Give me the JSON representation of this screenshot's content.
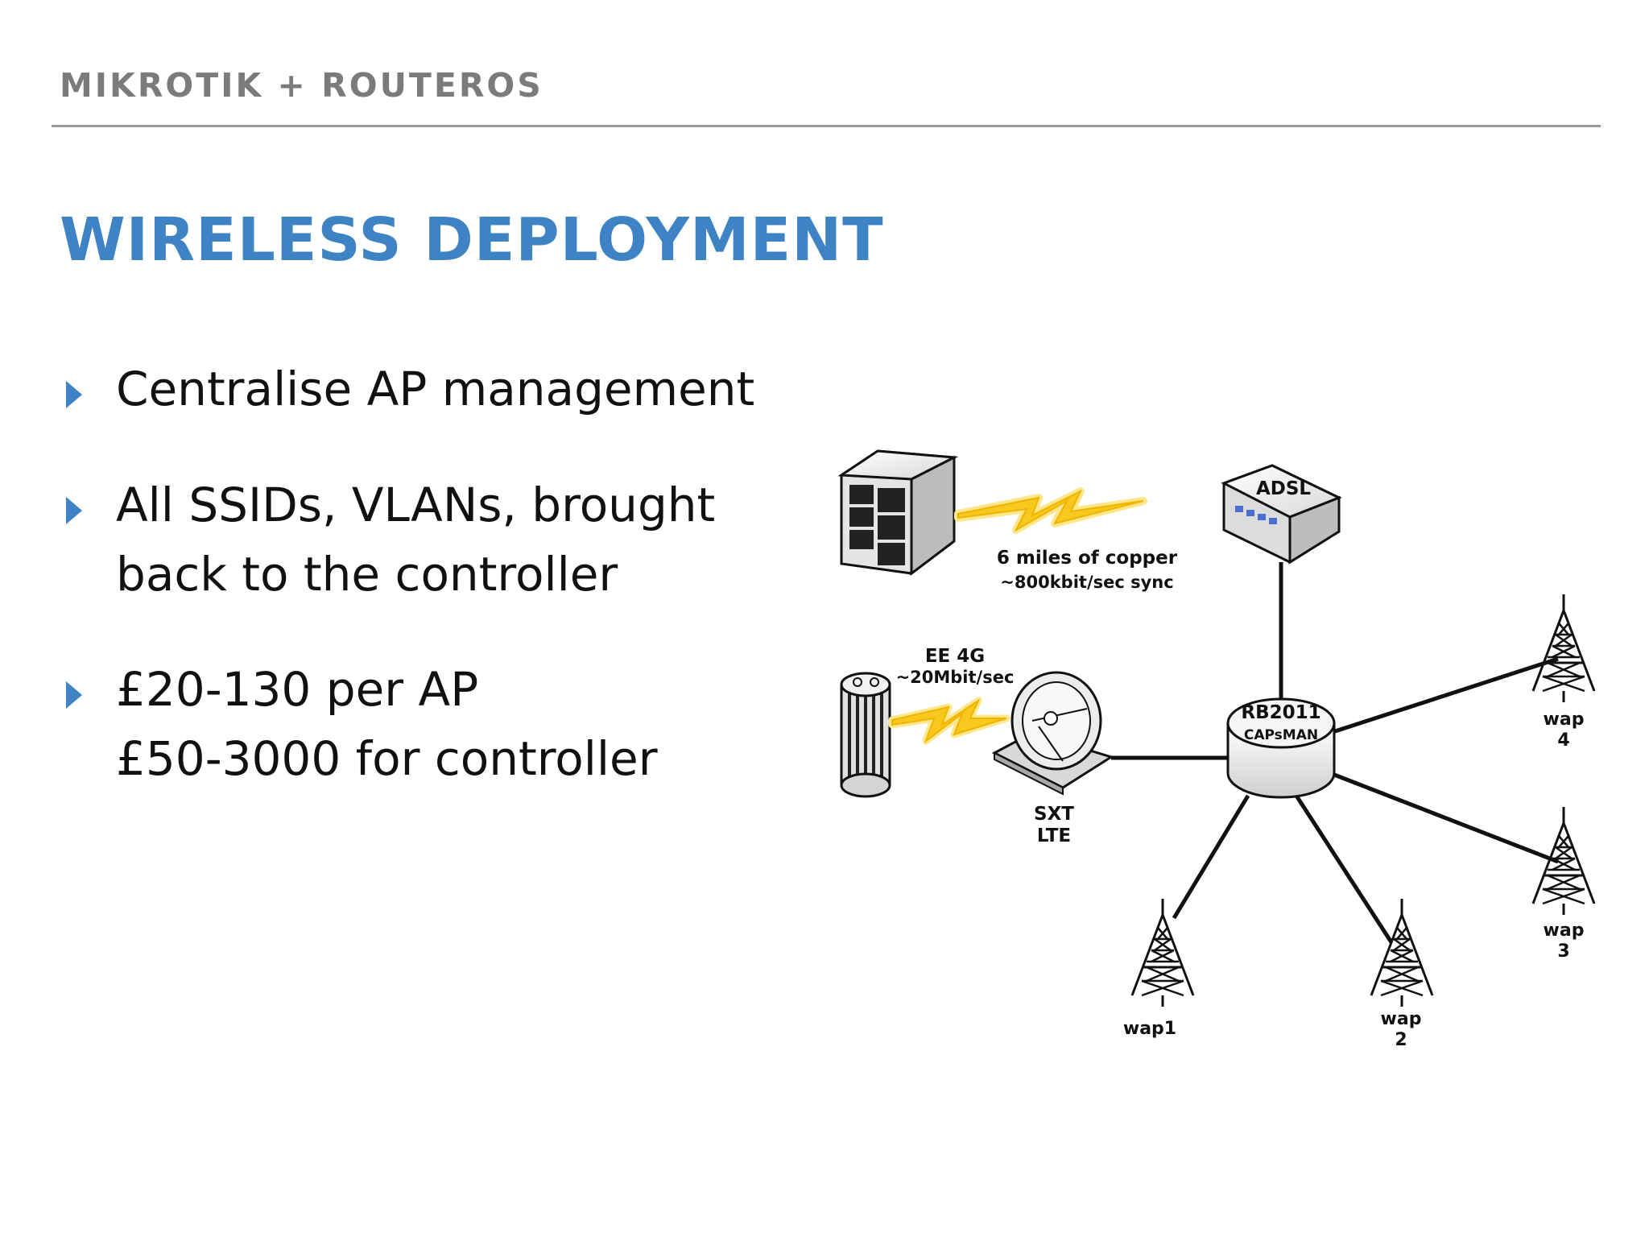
{
  "header": {
    "text": "MIKROTIK + ROUTEROS"
  },
  "title": {
    "text": "WIRELESS DEPLOYMENT"
  },
  "bullets": [
    {
      "lines": [
        "Centralise AP management"
      ]
    },
    {
      "lines": [
        "All SSIDs, VLANs, brought",
        "back to the controller"
      ]
    },
    {
      "lines": [
        "£20-130 per AP",
        "£50-3000 for controller"
      ]
    }
  ],
  "diagram": {
    "adsl_label": "ADSL",
    "copper_label_1": "6 miles of copper",
    "copper_label_2": "~800kbit/sec sync",
    "lte_label_1": "EE 4G",
    "lte_label_2": "~20Mbit/sec",
    "sxt_label_1": "SXT",
    "sxt_label_2": "LTE",
    "controller_label_1": "RB2011",
    "controller_label_2": "CAPsMAN",
    "wap1_label": "wap1",
    "wap2_label_1": "wap",
    "wap2_label_2": "2",
    "wap3_label_1": "wap",
    "wap3_label_2": "3",
    "wap4_label_1": "wap",
    "wap4_label_2": "4",
    "colors": {
      "accent": "#3e84c4",
      "bolt": "#f7c81e",
      "bolt_glow": "#fde78a"
    }
  }
}
